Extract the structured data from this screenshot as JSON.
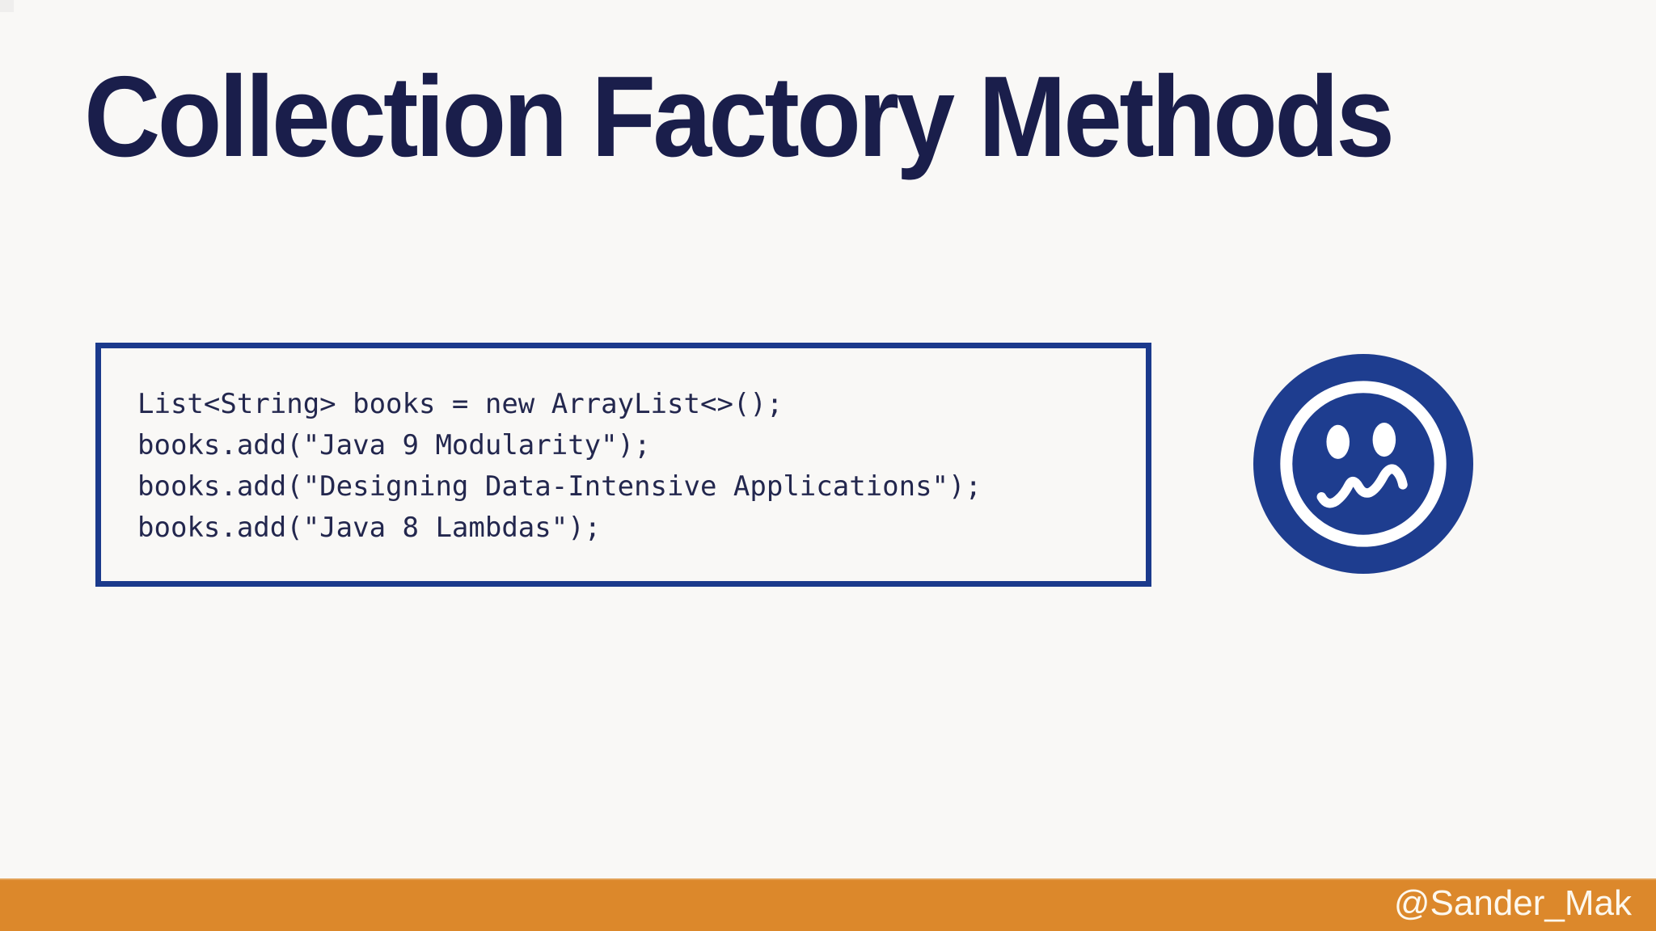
{
  "slide": {
    "title": "Collection Factory Methods",
    "code_block": {
      "language": "java",
      "lines": [
        "List<String> books = new ArrayList<>();",
        "books.add(\"Java 9 Modularity\");",
        "books.add(\"Designing Data-Intensive Applications\");",
        "books.add(\"Java 8 Lambdas\");"
      ]
    },
    "icon": {
      "name": "confused-face-icon",
      "description": "dark blue circle with white ring, oval eyes and squiggly mouth"
    },
    "footer": {
      "handle": "@Sander_Mak"
    },
    "colors": {
      "background": "#f9f8f6",
      "title_text": "#1a1e4b",
      "code_text": "#23274e",
      "code_border": "#1b3a8c",
      "icon_blue": "#1e3d8f",
      "footer_bar": "#dc882b",
      "footer_text": "#fdf8ee"
    }
  }
}
